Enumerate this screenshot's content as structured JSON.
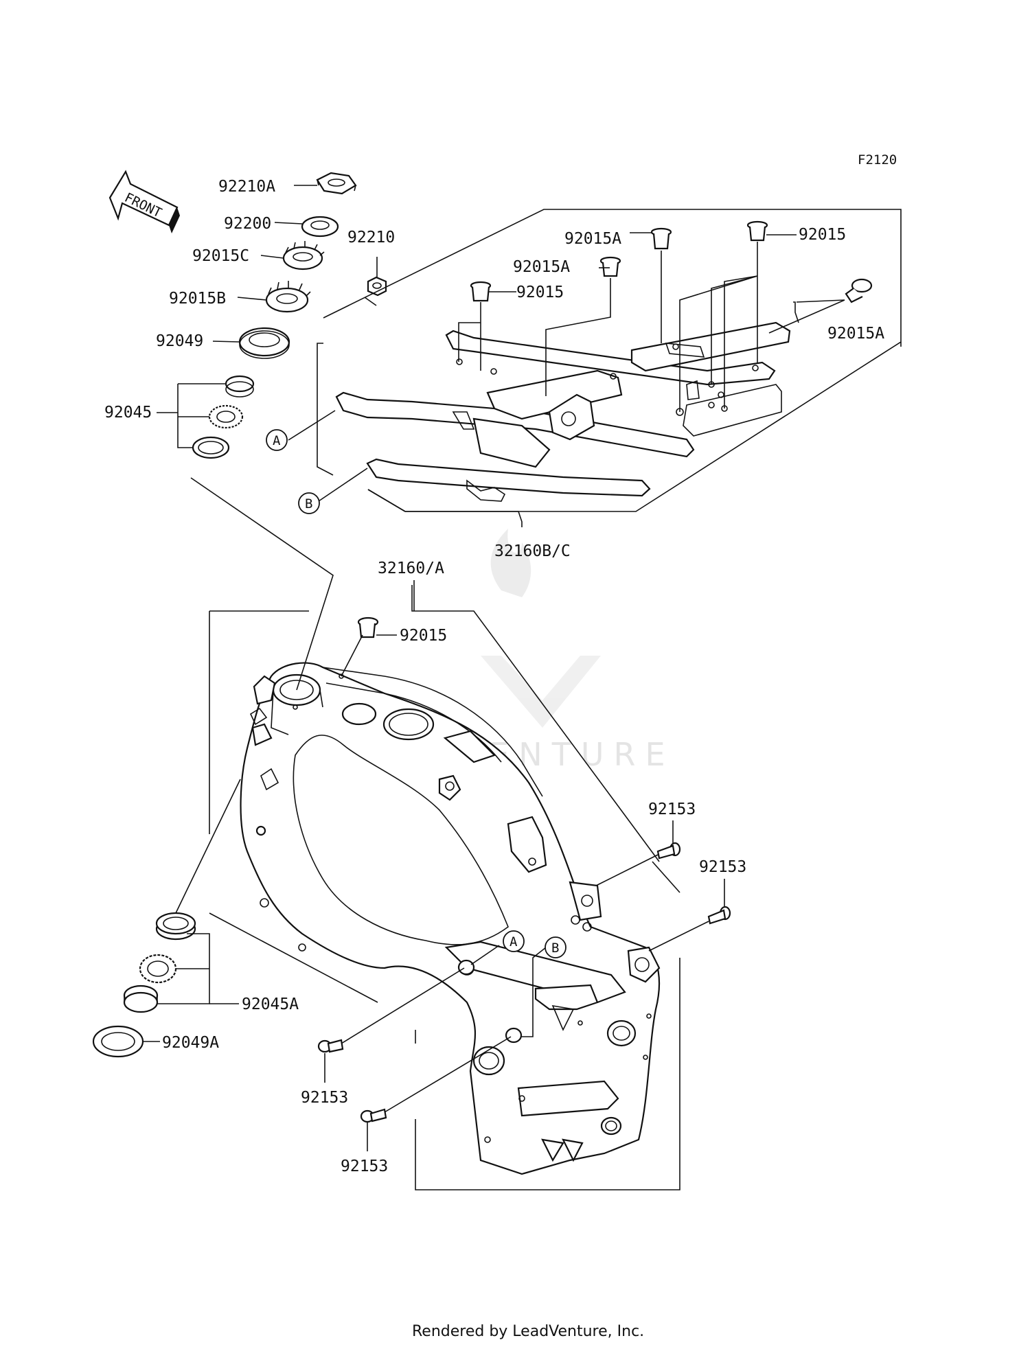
{
  "figure_code": "F2120",
  "front_marker": "FRONT",
  "watermark": "LEADVENTURE",
  "footer": "Rendered by LeadVenture, Inc.",
  "callouts": [
    "A",
    "B",
    "A",
    "B"
  ],
  "labels": {
    "p92210A": "92210A",
    "p92200": "92200",
    "p92015C": "92015C",
    "p92015B": "92015B",
    "p92049": "92049",
    "p92045": "92045",
    "p92210": "92210",
    "p92015A_1": "92015A",
    "p92015A_2": "92015A",
    "p92015_1": "92015",
    "p92015_2": "92015",
    "p92015A_3": "92015A",
    "p32160BC": "32160B/C",
    "p32160A": "32160/A",
    "p92015_3": "92015",
    "p92153_1": "92153",
    "p92153_2": "92153",
    "p92153_3": "92153",
    "p92153_4": "92153",
    "p92045A": "92045A",
    "p92049A": "92049A"
  }
}
